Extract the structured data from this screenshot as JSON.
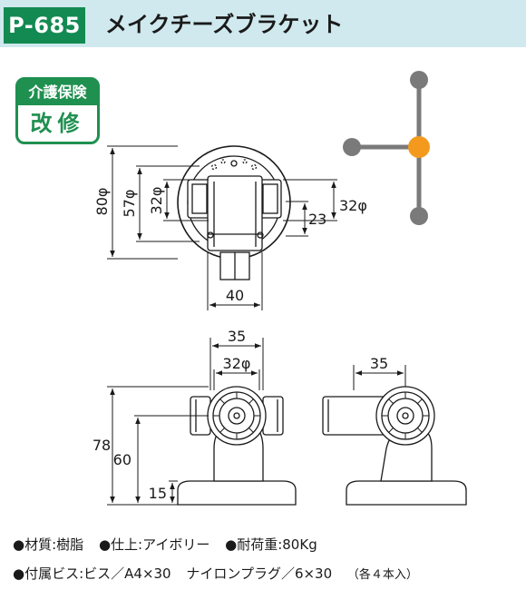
{
  "header": {
    "code": "P-685",
    "title": "メイクチーズブラケット"
  },
  "badge": {
    "top": "介護保険",
    "bottom": "改修"
  },
  "dimensions": {
    "front_outer": "80φ",
    "front_mid": "57φ",
    "front_inner": "32φ",
    "front_right_dia": "32φ",
    "front_right_h": "23",
    "front_width": "40",
    "side_width": "35",
    "side_dia": "32φ",
    "side_h_total": "78",
    "side_h_axis": "60",
    "side_base": "15",
    "back_width": "35"
  },
  "specs": {
    "line1": [
      "●材質:樹脂",
      "●仕上:アイボリー",
      "●耐荷重:80Kg"
    ],
    "line2": [
      "●付属ビス:ビス／A4×30",
      "ナイロンプラグ／6×30"
    ],
    "line2_note": "（各４本入）"
  },
  "colors": {
    "header_bg": "#cfe9ee",
    "brand_green": "#138a52",
    "joint": "#f39a1e",
    "pipe": "#7a7a7a"
  }
}
